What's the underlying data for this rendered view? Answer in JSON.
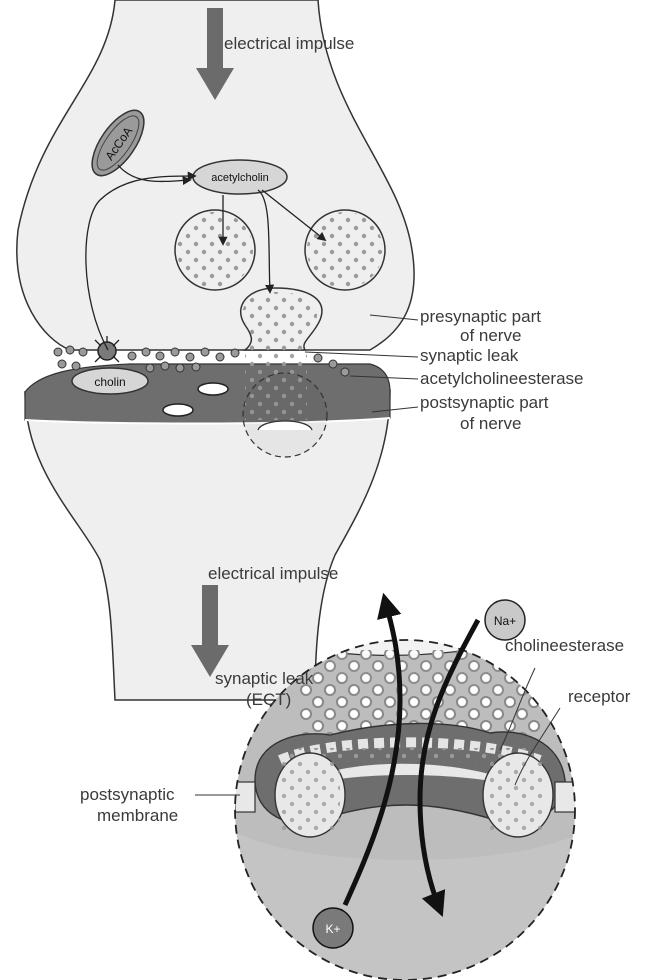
{
  "diagram": {
    "title_top": "electrical impulse",
    "title_mid": "electrical impulse",
    "molecules": {
      "accoa": "AcCoA",
      "acetylcholin": "acetylcholin",
      "cholin": "cholin",
      "na": "Na+",
      "k": "K+"
    },
    "labels": {
      "presynaptic_1": "presynaptic part",
      "presynaptic_2": "of nerve",
      "synaptic_leak": "synaptic leak",
      "acetylcholineesterase": "acetylcholineesterase",
      "postsynaptic_1": "postsynaptic part",
      "postsynaptic_2": "of nerve",
      "synaptic_leak_ect_1": "synaptic leak",
      "synaptic_leak_ect_2": "(ECT)",
      "cholineesterase": "cholineesterase",
      "receptor": "receptor",
      "postsynaptic_membrane_1": "postsynaptic",
      "postsynaptic_membrane_2": "membrane"
    },
    "colors": {
      "nerve_fill": "#efefef",
      "outline": "#333333",
      "membrane_dark": "#6e6e6e",
      "arrow_gray": "#6b6b6b",
      "inset_fill": "#bdbdbd",
      "dot_gray": "#9a9a9a"
    }
  }
}
